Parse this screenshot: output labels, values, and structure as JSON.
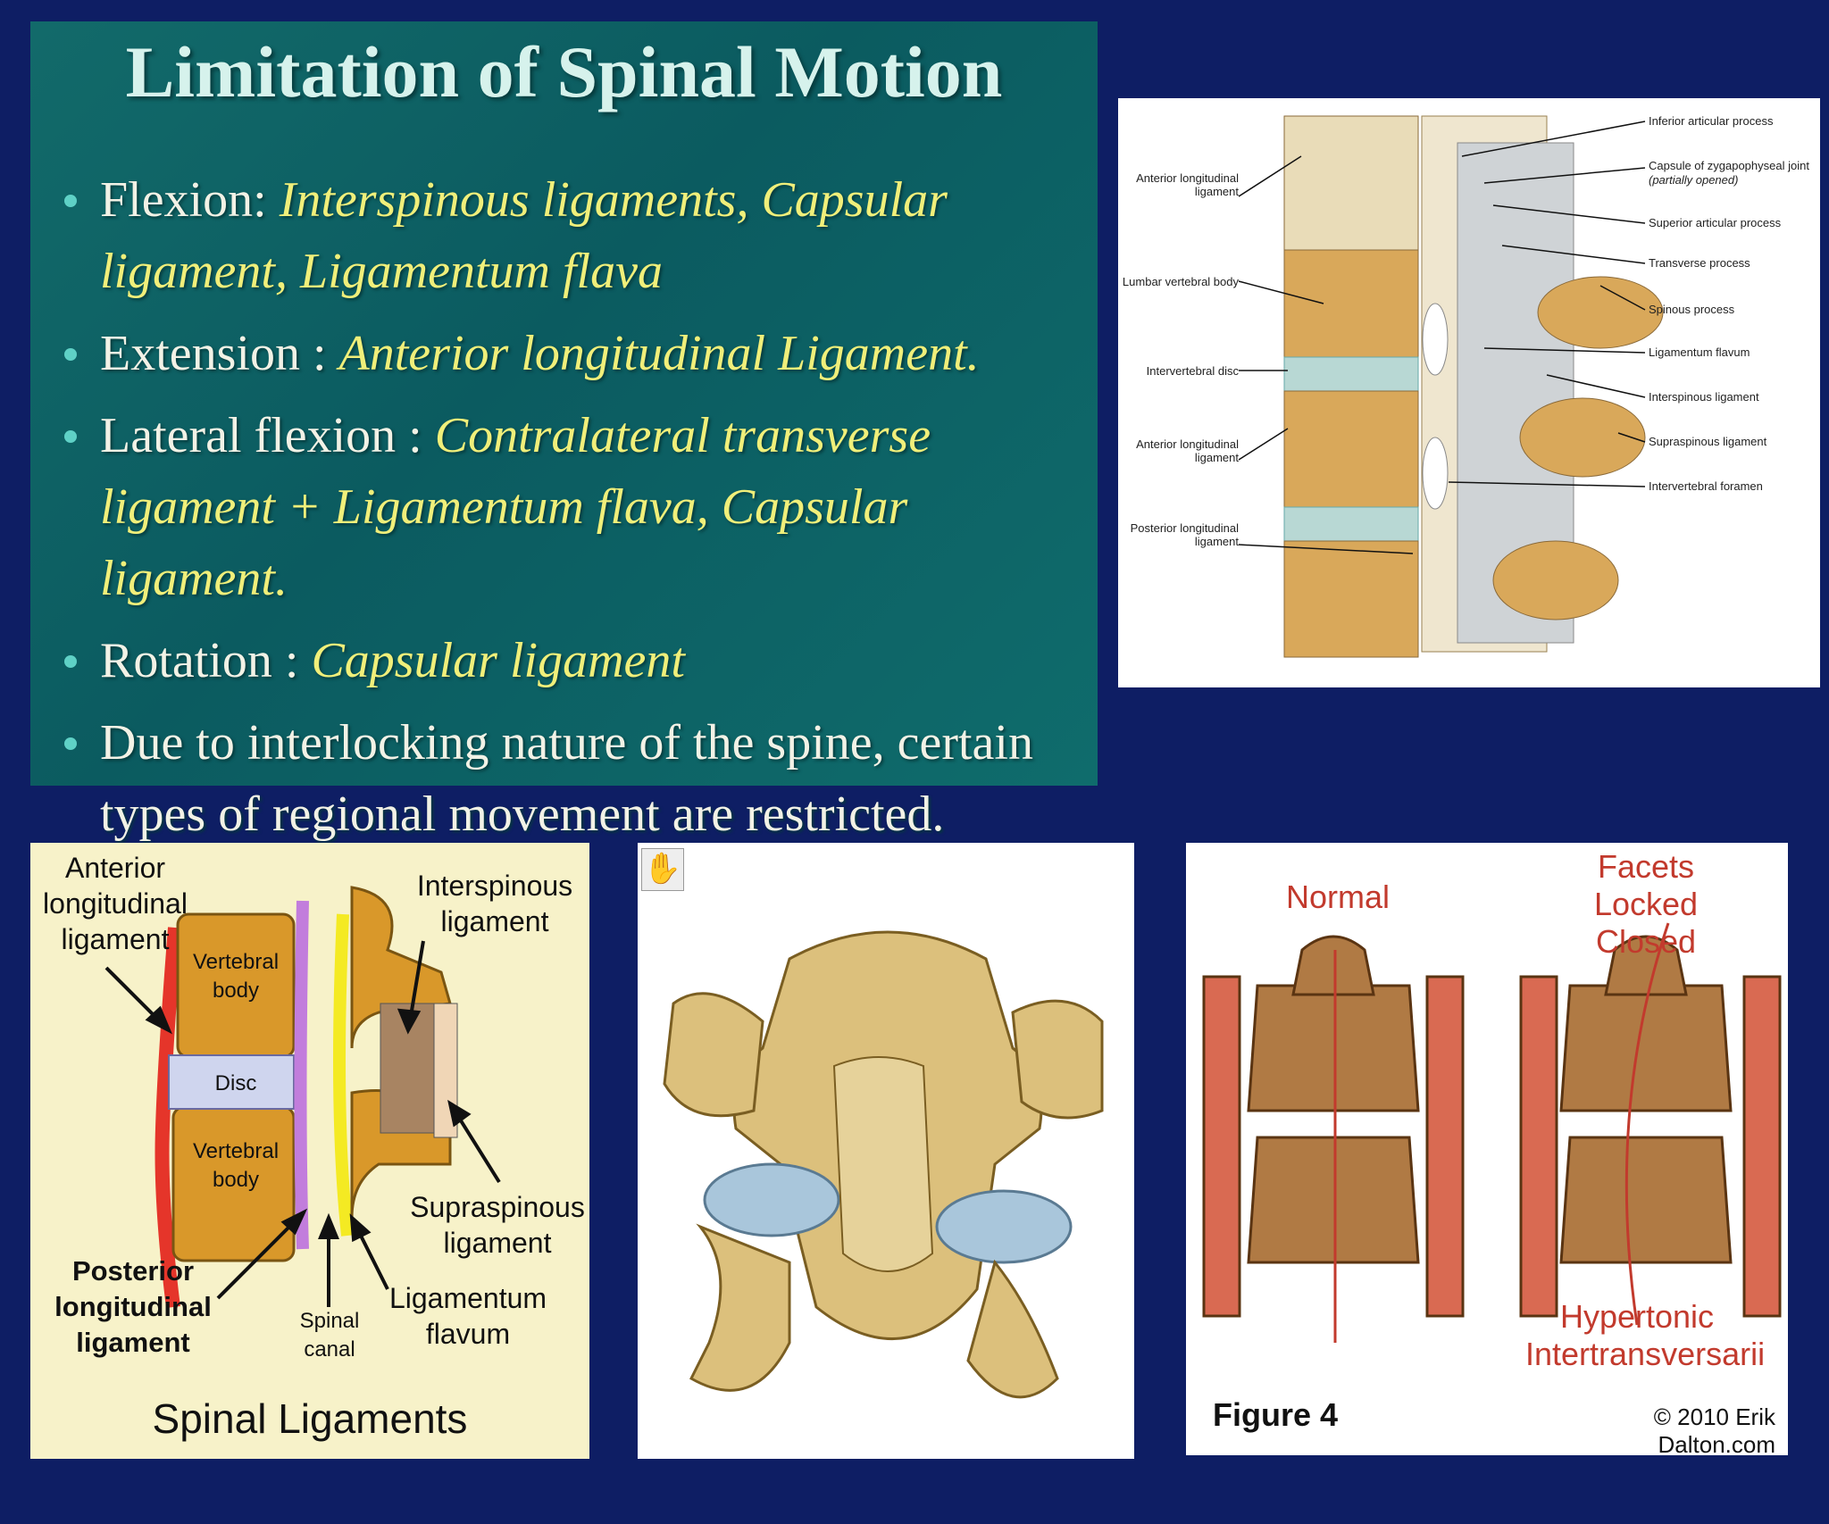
{
  "slide": {
    "title": "Limitation of Spinal Motion",
    "bullets": [
      {
        "term": "Flexion: ",
        "detail": "Interspinous ligaments, Capsular ligament, Ligamentum flava"
      },
      {
        "term": "Extension : ",
        "detail": "Anterior longitudinal Ligament."
      },
      {
        "term": "Lateral flexion : ",
        "detail": "Contralateral transverse ligament + Ligamentum flava, Capsular ligament."
      },
      {
        "term": "Rotation : ",
        "detail": "Capsular ligament"
      },
      {
        "term": "Due to interlocking nature of the spine, certain types of regional movement are restricted.",
        "detail": ""
      }
    ]
  },
  "lumbar_figure": {
    "left_labels": [
      "Anterior longitudinal ligament",
      "Lumbar vertebral body",
      "Intervertebral disc",
      "Anterior longitudinal ligament",
      "Posterior longitudinal ligament"
    ],
    "right_labels": [
      "Inferior articular process",
      "Capsule of zygapophyseal joint",
      "(partially opened)",
      "Superior articular process",
      "Transverse process",
      "Spinous process",
      "Ligamentum flavum",
      "Interspinous ligament",
      "Supraspinous ligament",
      "Intervertebral foramen"
    ]
  },
  "ligaments_figure": {
    "anterior": "Anterior longitudinal ligament",
    "vertebral_body_1": "Vertebral body",
    "disc": "Disc",
    "vertebral_body_2": "Vertebral body",
    "interspinous": "Interspinous ligament",
    "supraspinous": "Supraspinous ligament",
    "posterior": "Posterior longitudinal ligament",
    "spinal_canal": "Spinal canal",
    "flavum": "Ligamentum flavum",
    "caption": "Spinal Ligaments"
  },
  "facets_figure": {
    "normal": "Normal",
    "locked": "Facets Locked Closed",
    "hypertonic": "Hypertonic Intertransversarii",
    "figure": "Figure 4",
    "copyright": "© 2010 Erik Dalton.com"
  },
  "colors": {
    "background": "#0e1e64",
    "slide": "#0b5b60",
    "highlight": "#f0ef7a",
    "label_red": "#c23a2d"
  }
}
